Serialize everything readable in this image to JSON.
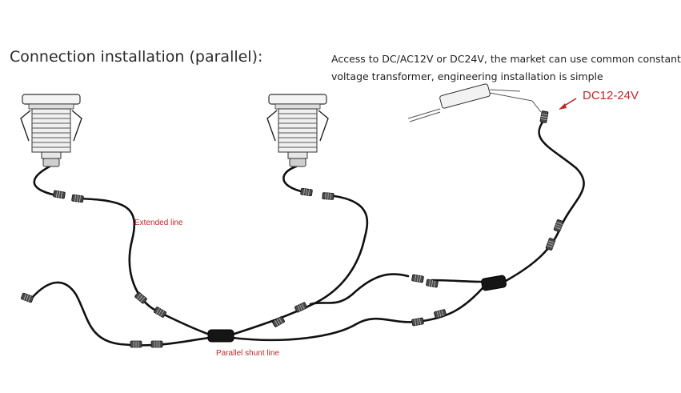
{
  "title": "Connection installation (parallel):",
  "note": {
    "line1": "Access to DC/AC12V or DC24V, the market can use common constant",
    "line2": "voltage transformer, engineering installation is simple"
  },
  "voltage_label": "DC12-24V",
  "labels": {
    "extended_line": "Extended line",
    "parallel_shunt_line": "Parallel shunt line"
  },
  "colors": {
    "label_red": "#c0272d",
    "cable": "#111111"
  }
}
